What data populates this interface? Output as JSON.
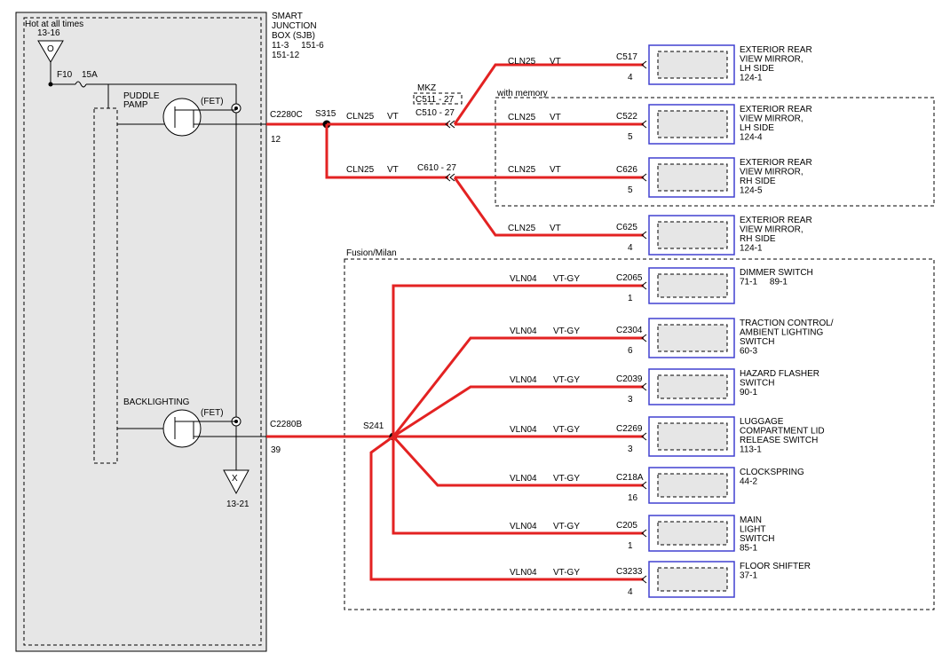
{
  "sjb": {
    "title_lines": [
      "SMART",
      "JUNCTION",
      "BOX (SJB)",
      "11-3     151-6",
      "151-12"
    ],
    "hot_label": "Hot at all times",
    "hot_ref": "13-16",
    "fuse_id": "F10",
    "fuse_rating": "15A",
    "top_symbol": "O",
    "ground_symbol": "X",
    "ground_ref": "13-21",
    "fet1_label_lines": [
      "PUDDLE",
      "PAMP"
    ],
    "fet1_type": "(FET)",
    "fet2_label": "BACKLIGHTING",
    "fet2_type": "(FET)"
  },
  "connectors": {
    "c2280c": {
      "name": "C2280C",
      "pin": "12"
    },
    "c2280b": {
      "name": "C2280B",
      "pin": "39"
    }
  },
  "splices": {
    "s315": "S315",
    "s241": "S241"
  },
  "variants": {
    "mkz": "MKZ",
    "c511": "C511 - 27",
    "c510": "C510 - 27",
    "c610": "C610 - 27",
    "with_memory": "with memory",
    "fusion_milan": "Fusion/Milan"
  },
  "wires": [
    {
      "circuit": "CLN25",
      "color": "VT"
    },
    {
      "circuit": "CLN25",
      "color": "VT"
    },
    {
      "circuit": "CLN25",
      "color": "VT"
    },
    {
      "circuit": "CLN25",
      "color": "VT"
    },
    {
      "circuit": "CLN25",
      "color": "VT"
    },
    {
      "circuit": "CLN25",
      "color": "VT"
    },
    {
      "circuit": "VLN04",
      "color": "VT-GY"
    },
    {
      "circuit": "VLN04",
      "color": "VT-GY"
    },
    {
      "circuit": "VLN04",
      "color": "VT-GY"
    },
    {
      "circuit": "VLN04",
      "color": "VT-GY"
    },
    {
      "circuit": "VLN04",
      "color": "VT-GY"
    },
    {
      "circuit": "VLN04",
      "color": "VT-GY"
    },
    {
      "circuit": "VLN04",
      "color": "VT-GY"
    }
  ],
  "components": [
    {
      "connector": "C517",
      "pin": "4",
      "label_lines": [
        "EXTERIOR REAR",
        "VIEW MIRROR,",
        "LH SIDE",
        "124-1"
      ]
    },
    {
      "connector": "C522",
      "pin": "5",
      "label_lines": [
        "EXTERIOR REAR",
        "VIEW MIRROR,",
        "LH SIDE",
        "124-4"
      ]
    },
    {
      "connector": "C626",
      "pin": "5",
      "label_lines": [
        "EXTERIOR REAR",
        "VIEW MIRROR,",
        "RH SIDE",
        "124-5"
      ]
    },
    {
      "connector": "C625",
      "pin": "4",
      "label_lines": [
        "EXTERIOR REAR",
        "VIEW MIRROR,",
        "RH SIDE",
        "124-1"
      ]
    },
    {
      "connector": "C2065",
      "pin": "1",
      "label_lines": [
        "DIMMER SWITCH",
        "71-1     89-1"
      ]
    },
    {
      "connector": "C2304",
      "pin": "6",
      "label_lines": [
        "TRACTION CONTROL/",
        "AMBIENT LIGHTING",
        "SWITCH",
        "60-3"
      ]
    },
    {
      "connector": "C2039",
      "pin": "3",
      "label_lines": [
        "HAZARD FLASHER",
        "SWITCH",
        "90-1"
      ]
    },
    {
      "connector": "C2269",
      "pin": "3",
      "label_lines": [
        "LUGGAGE",
        "COMPARTMENT LID",
        "RELEASE SWITCH",
        "113-1"
      ]
    },
    {
      "connector": "C218A",
      "pin": "16",
      "label_lines": [
        "CLOCKSPRING",
        "44-2"
      ]
    },
    {
      "connector": "C205",
      "pin": "1",
      "label_lines": [
        "MAIN",
        "LIGHT",
        "SWITCH",
        "85-1"
      ]
    },
    {
      "connector": "C3233",
      "pin": "4",
      "label_lines": [
        "FLOOR SHIFTER",
        "37-1"
      ]
    }
  ]
}
